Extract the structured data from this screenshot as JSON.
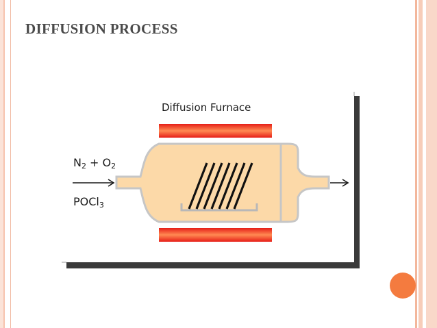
{
  "slide": {
    "title": "DIFFUSION PROCESS"
  },
  "diagram": {
    "furnace_label": "Diffusion Furnace",
    "gas_inlet": {
      "label_n2": "N",
      "label_n2_sub": "2",
      "label_plus": " + O",
      "label_o2_sub": "2",
      "label_pocl": "POCl",
      "label_pocl_sub": "3"
    },
    "colors": {
      "heater": "#e8201a",
      "heater_glow": "#ff9a5a",
      "tube_fill": "#fcd9a8",
      "tube_stroke": "#c8c8c8",
      "wafer": "#111111",
      "shadow": "#3a3a3a",
      "accent_dot": "#f47b3f"
    },
    "icons": {
      "inlet_arrow": "arrow-right-icon",
      "outlet_arrow": "arrow-right-icon"
    }
  }
}
